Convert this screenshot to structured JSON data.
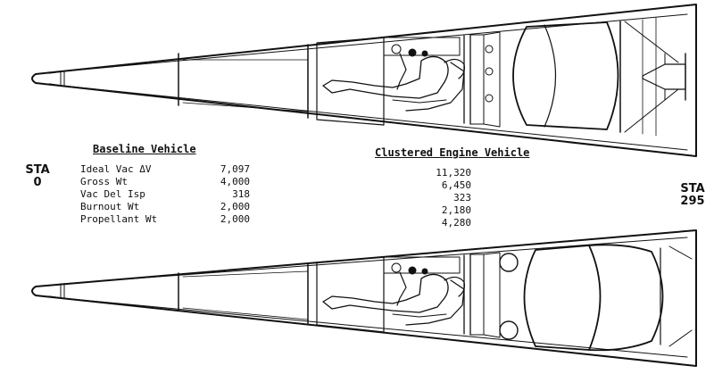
{
  "stations": {
    "left": {
      "label": "STA",
      "value": "0"
    },
    "right": {
      "label": "STA",
      "value": "295"
    }
  },
  "table": {
    "baseline_header": "Baseline Vehicle",
    "clustered_header": "Clustered Engine Vehicle",
    "rows": [
      {
        "label": "Ideal Vac   ΔV",
        "baseline": "7,097",
        "clustered": "11,320"
      },
      {
        "label": "Gross Wt",
        "baseline": "4,000",
        "clustered": "6,450"
      },
      {
        "label": "Vac Del Isp",
        "baseline": "318",
        "clustered": "323"
      },
      {
        "label": "Burnout Wt",
        "baseline": "2,000",
        "clustered": "2,180"
      },
      {
        "label": "Propellant Wt",
        "baseline": "2,000",
        "clustered": "4,280"
      }
    ]
  }
}
